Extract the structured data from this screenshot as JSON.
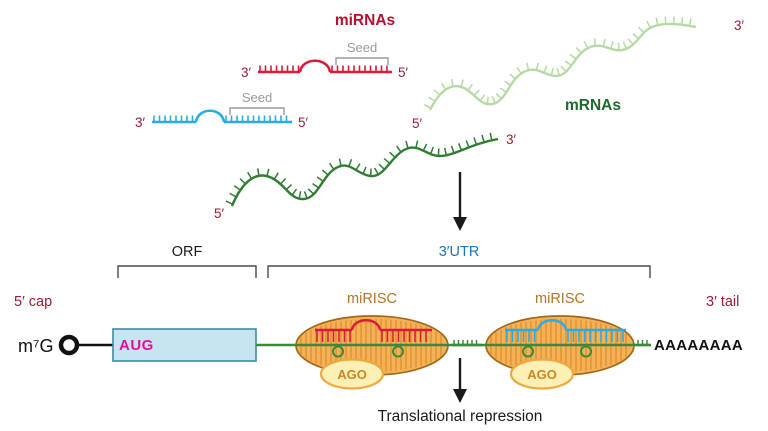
{
  "figure": {
    "description": "miRNA-mediated translational repression diagram"
  },
  "top": {
    "mirnas_title": "miRNAs",
    "mrnas_title": "mRNAs",
    "red_mirna": {
      "three_prime": "3′",
      "five_prime": "5′",
      "seed": "Seed"
    },
    "cyan_mirna": {
      "three_prime": "3′",
      "five_prime": "5′",
      "seed": "Seed"
    },
    "light_mrna": {
      "five_prime": "5′",
      "three_prime": "3′"
    },
    "dark_mrna": {
      "five_prime": "5′",
      "three_prime": "3′"
    }
  },
  "bottom": {
    "orf": "ORF",
    "utr": "3′UTR",
    "cap_label": "5′ cap",
    "cap_structure": "m⁷G",
    "start_codon": "AUG",
    "mirisc_left": "miRISC",
    "mirisc_right": "miRISC",
    "ago_left": "AGO",
    "ago_right": "AGO",
    "poly_a": "AAAAAAAA",
    "tail_label": "3′ tail",
    "outcome": "Translational repression"
  },
  "colors": {
    "mirna_red": "#d91a39",
    "mirna_cyan": "#2aabe2",
    "mrna_dark_green": "#2e7d32",
    "mrna_light_green": "#b7d9a4",
    "prime_maroon": "#9e1b32",
    "utr_blue": "#1b75bc",
    "start_codon_magenta": "#ec0aa0",
    "mirisc_text_orange": "#b5741f",
    "mirisc_fill_orange": "#f4b158",
    "ago_fill_yellow": "#fdf0b6",
    "seed_gray": "#9b9b9b",
    "ink_black": "#1a1a1a"
  }
}
